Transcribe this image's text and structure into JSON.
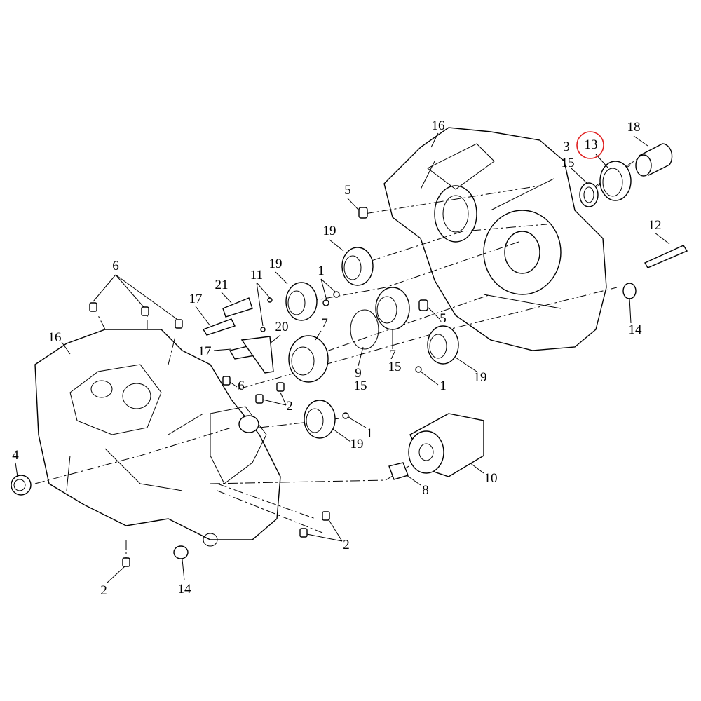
{
  "diagram": {
    "title": "Crankcase exploded view",
    "highlight_color": "#e02020",
    "highlighted_callout": "13",
    "callouts": [
      "16",
      "3",
      "13",
      "18",
      "15",
      "5",
      "12",
      "19",
      "19",
      "1",
      "11",
      "6",
      "21",
      "17",
      "5",
      "14",
      "20",
      "7",
      "16",
      "17",
      "9",
      "15",
      "7",
      "15",
      "1",
      "19",
      "6",
      "2",
      "1",
      "19",
      "4",
      "10",
      "8",
      "2",
      "2",
      "14"
    ]
  }
}
